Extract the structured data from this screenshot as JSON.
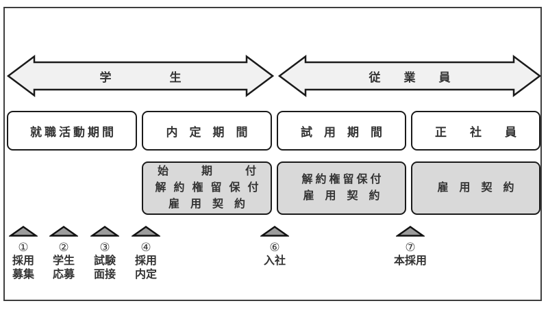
{
  "colors": {
    "arrow_fill": "#f1f1f1",
    "box_gray": "#d9d9d9",
    "triangle_fill": "#9c9c9c",
    "outline": "#1a1a1a",
    "text": "#333333"
  },
  "diagram": {
    "phase_arrows": [
      {
        "label": "学　　　　　生"
      },
      {
        "label": "従　　業　　員"
      }
    ],
    "stages": [
      {
        "title": "就職活動期間"
      },
      {
        "title": "内　定　期　間",
        "contract_lines": [
          "始　　　期　　　付",
          "解約権留保付",
          "雇　用　契　約"
        ]
      },
      {
        "title": "試　用　期　間",
        "contract_lines": [
          "解約権留保付",
          "雇　用　契　約"
        ]
      },
      {
        "title": "正　　社　　員",
        "contract_lines": [
          "雇　用　契　約"
        ]
      }
    ],
    "milestones": [
      {
        "number": "①",
        "lines": [
          "採用",
          "募集"
        ]
      },
      {
        "number": "②",
        "lines": [
          "学生",
          "応募"
        ]
      },
      {
        "number": "③",
        "lines": [
          "試験",
          "面接"
        ]
      },
      {
        "number": "④",
        "lines": [
          "採用",
          "内定"
        ]
      },
      {
        "number": "⑥",
        "lines": [
          "入社"
        ]
      },
      {
        "number": "⑦",
        "lines": [
          "本採用"
        ]
      }
    ]
  }
}
